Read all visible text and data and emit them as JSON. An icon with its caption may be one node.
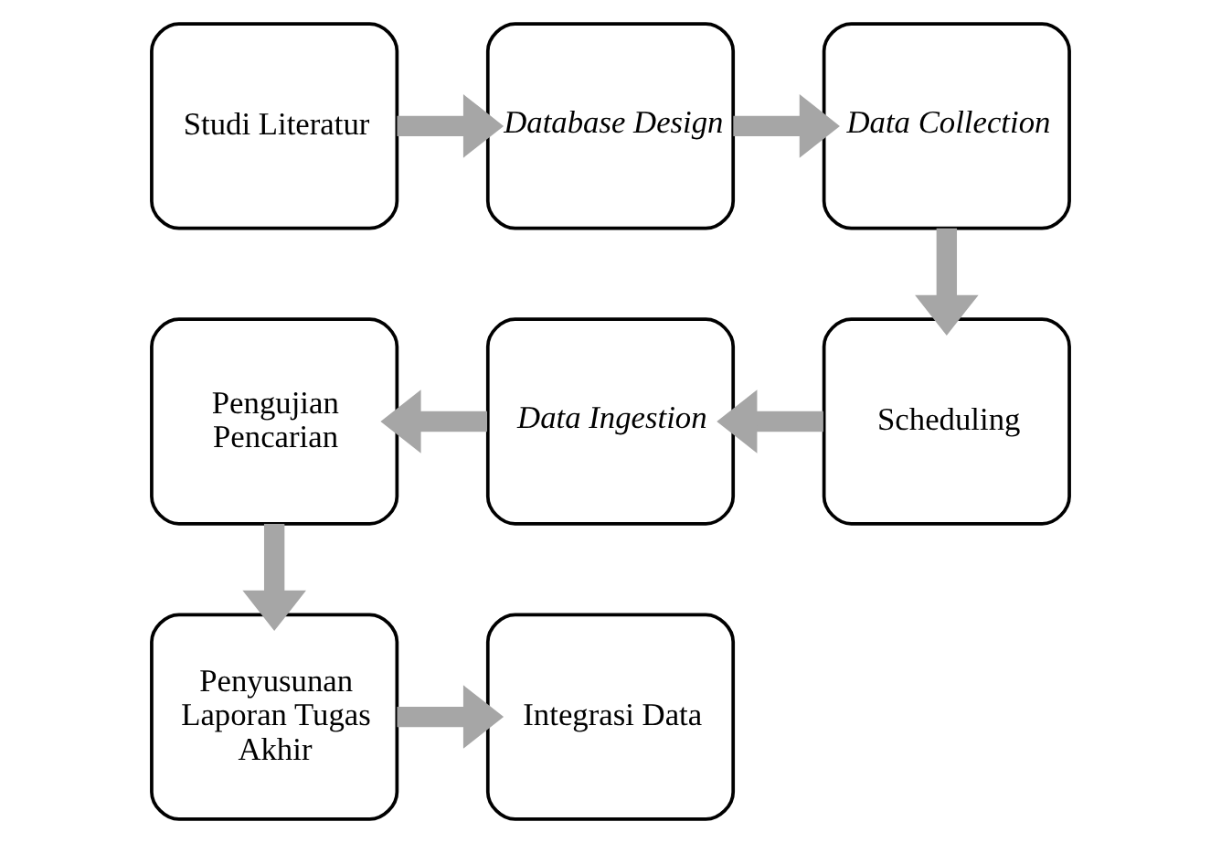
{
  "diagram": {
    "nodes": [
      {
        "text": [
          "Studi Literatur"
        ]
      },
      {
        "text": [
          "Database Design"
        ]
      },
      {
        "text": [
          "Data Collection"
        ]
      },
      {
        "text": [
          "Scheduling"
        ]
      },
      {
        "text": [
          "Data Ingestion"
        ]
      },
      {
        "text": [
          "Pengujian Pencarian"
        ]
      },
      {
        "text": [
          "Penyusunan Laporan Tugas Akhir"
        ]
      },
      {
        "text": [
          "Integrasi Data"
        ]
      }
    ],
    "edges": [
      {
        "from": 0,
        "to": 1,
        "arrow": "to"
      },
      {
        "from": 1,
        "to": 2,
        "arrow": "to"
      },
      {
        "from": 2,
        "to": 3,
        "arrow": "to"
      },
      {
        "from": 3,
        "to": 4,
        "arrow": "to"
      },
      {
        "from": 4,
        "to": 5,
        "arrow": "to"
      },
      {
        "from": 5,
        "to": 6,
        "arrow": "to"
      },
      {
        "from": 6,
        "to": 7,
        "arrow": "to"
      }
    ]
  }
}
